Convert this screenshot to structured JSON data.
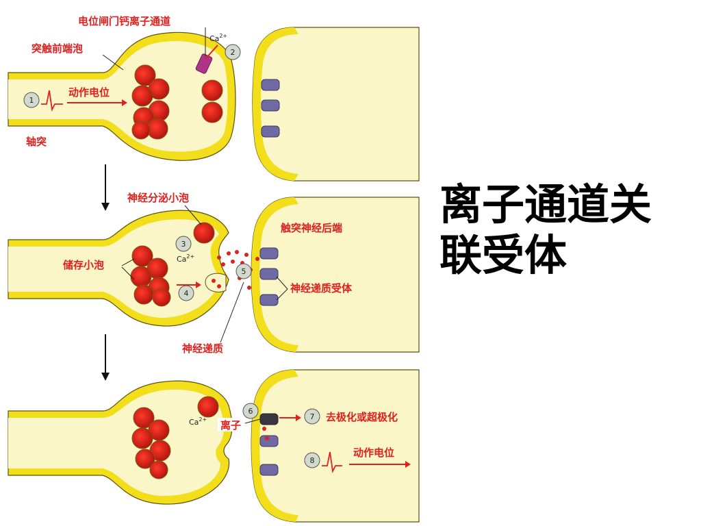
{
  "slide_title_lines": [
    "离子通道关",
    "联受体"
  ],
  "labels": {
    "vg_channel": "电位闸门钙离子通道",
    "presyn_bulb": "突触前端泡",
    "action_potential_1": "动作电位",
    "axon": "轴突",
    "nt_vesicle": "神经分泌小泡",
    "postsyn_terminal": "触突神经后端",
    "storage_vesicle": "储存小泡",
    "nt_receptor": "神经递质受体",
    "neurotransmitter": "神经递质",
    "ion": "离子",
    "depol": "去极化或超极化",
    "action_potential_8": "动作电位"
  },
  "ca_text": "Ca",
  "ca_charge": "2+",
  "step_numbers": [
    "1",
    "2",
    "3",
    "4",
    "5",
    "6",
    "7",
    "8"
  ],
  "colors": {
    "membrane_yellow": "#f3de1c",
    "cytoplasm": "#fbf6c7",
    "vesicle_red": "#d3221a",
    "label_red": "#e0201e",
    "receptor_purple": "#6f6aa3",
    "channel_magenta": "#b0338a",
    "step_circle": "#d2d9cd"
  }
}
